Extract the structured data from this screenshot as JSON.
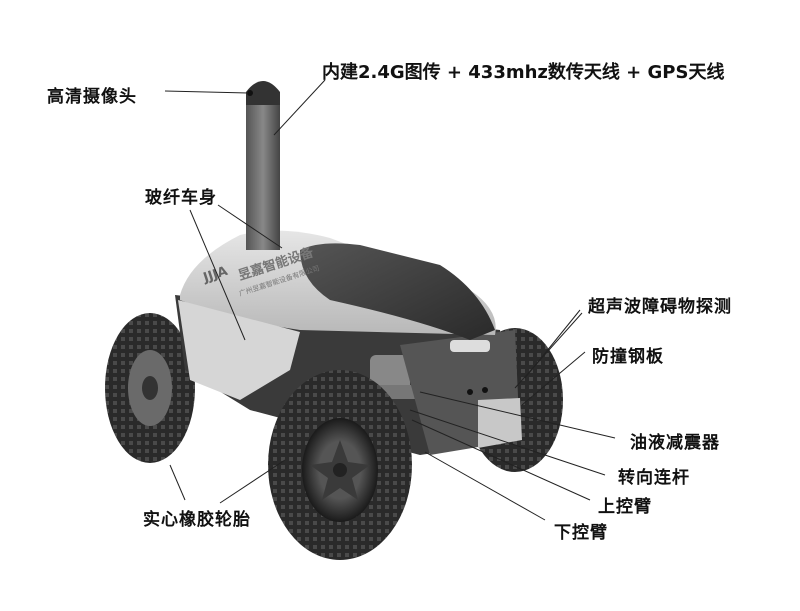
{
  "diagram": {
    "subject": "Wheeled security patrol robot",
    "body_branding": {
      "logo": "JJJA",
      "name": "昱嘉智能设备",
      "company": "广州昱嘉智能设备有限公司"
    },
    "labels": [
      {
        "id": "camera",
        "text": "高清摄像头"
      },
      {
        "id": "antenna",
        "text": "内建2.4G图传 + 433mhz数传天线 + GPS天线"
      },
      {
        "id": "body",
        "text": "玻纤车身"
      },
      {
        "id": "ultrasonic",
        "text": "超声波障碍物探测"
      },
      {
        "id": "bumper",
        "text": "防撞钢板"
      },
      {
        "id": "shock",
        "text": "油液减震器"
      },
      {
        "id": "steering",
        "text": "转向连杆"
      },
      {
        "id": "upper_arm",
        "text": "上控臂"
      },
      {
        "id": "lower_arm",
        "text": "下控臂"
      },
      {
        "id": "tire",
        "text": "实心橡胶轮胎"
      }
    ]
  }
}
